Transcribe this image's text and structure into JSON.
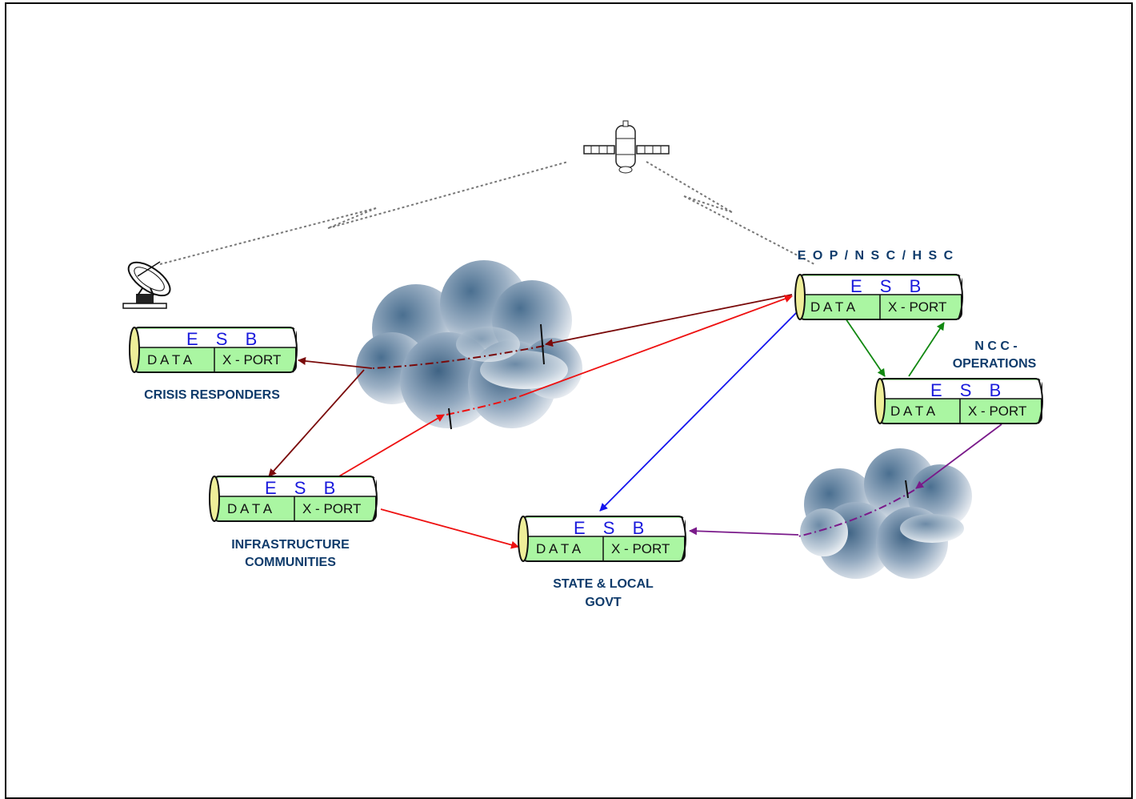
{
  "esb": {
    "title": "E S B",
    "data_label": "D A T A",
    "port_label": "X - PORT"
  },
  "labels": {
    "eop": "E O P / N S C / H S C",
    "ncc_line1": "N C C -",
    "ncc_line2": "OPERATIONS",
    "crisis": "CRISIS RESPONDERS",
    "infra_line1": "INFRASTRUCTURE",
    "infra_line2": "COMMUNITIES",
    "state_line1": "STATE & LOCAL",
    "state_line2": "GOVT"
  },
  "colors": {
    "esb_fill": "#aaf6a2",
    "esb_top": "#ffffff",
    "cap": "#eeee99",
    "dark_red": "#7a0a0a",
    "red": "#ee1111",
    "blue": "#1414ee",
    "green": "#118811",
    "purple": "#7a1a8a",
    "cloud_dark": "#466a8c",
    "cloud_light": "#dde3ea"
  },
  "icons": [
    "satellite-icon",
    "satellite-dish-icon",
    "cloud-icon"
  ]
}
